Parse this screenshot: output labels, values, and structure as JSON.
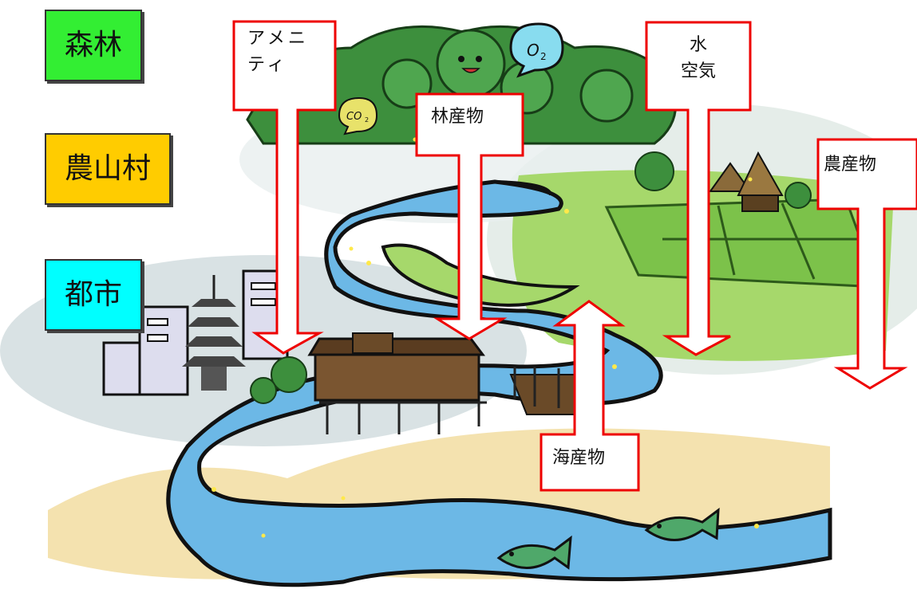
{
  "zones": {
    "forest": {
      "label": "森林",
      "color": "#33ee33"
    },
    "village": {
      "label": "農山村",
      "color": "#ffcc00"
    },
    "city": {
      "label": "都市",
      "color": "#00ffff"
    }
  },
  "flows": {
    "amenity": {
      "label_lines": [
        "アメニ",
        "ティ"
      ],
      "direction": "down"
    },
    "forest_products": {
      "label": "林産物",
      "direction": "down"
    },
    "water_air": {
      "label_lines": [
        "水",
        "空気"
      ],
      "direction": "down"
    },
    "agri_products": {
      "label": "農産物",
      "direction": "down"
    },
    "marine_products": {
      "label": "海産物",
      "direction": "up"
    }
  },
  "colors": {
    "arrow_outline": "#ee0000",
    "river": "#6cb8e6",
    "river_outline": "#111111",
    "beach": "#f3dfa6",
    "field": "#88cc55",
    "forest_green": "#3d8f3d",
    "mist": "#c9d6d8"
  }
}
